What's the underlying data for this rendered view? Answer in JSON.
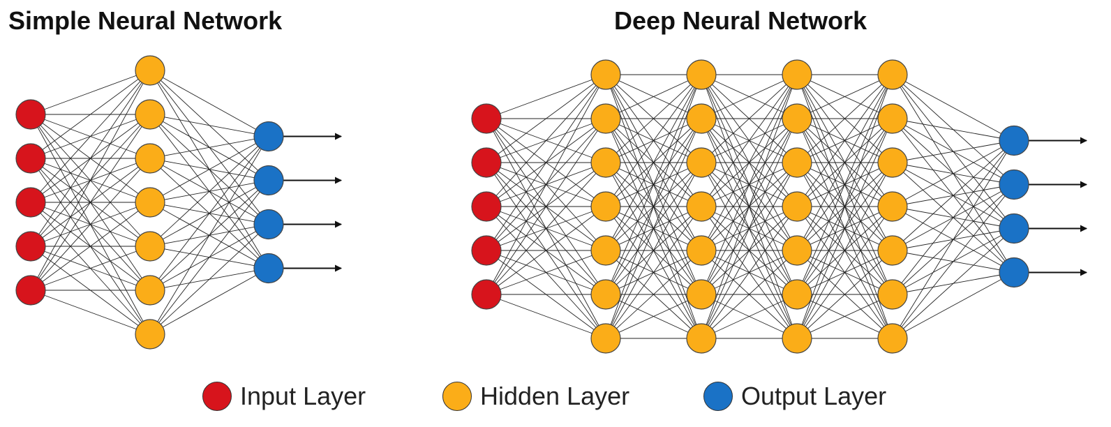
{
  "simple_network": {
    "title": "Simple Neural Network",
    "layers": [
      5,
      7,
      4
    ]
  },
  "deep_network": {
    "title": "Deep Neural Network",
    "layers": [
      5,
      7,
      7,
      7,
      7,
      4
    ]
  },
  "legend": [
    {
      "label": "Input Layer",
      "color": "#d7141c"
    },
    {
      "label": "Hidden Layer",
      "color": "#fbad18"
    },
    {
      "label": "Output Layer",
      "color": "#1a72c6"
    }
  ],
  "colors": {
    "input": "#d7141c",
    "hidden": "#fbad18",
    "output": "#1a72c6",
    "edge": "#222222",
    "node_outline": "#444444"
  }
}
